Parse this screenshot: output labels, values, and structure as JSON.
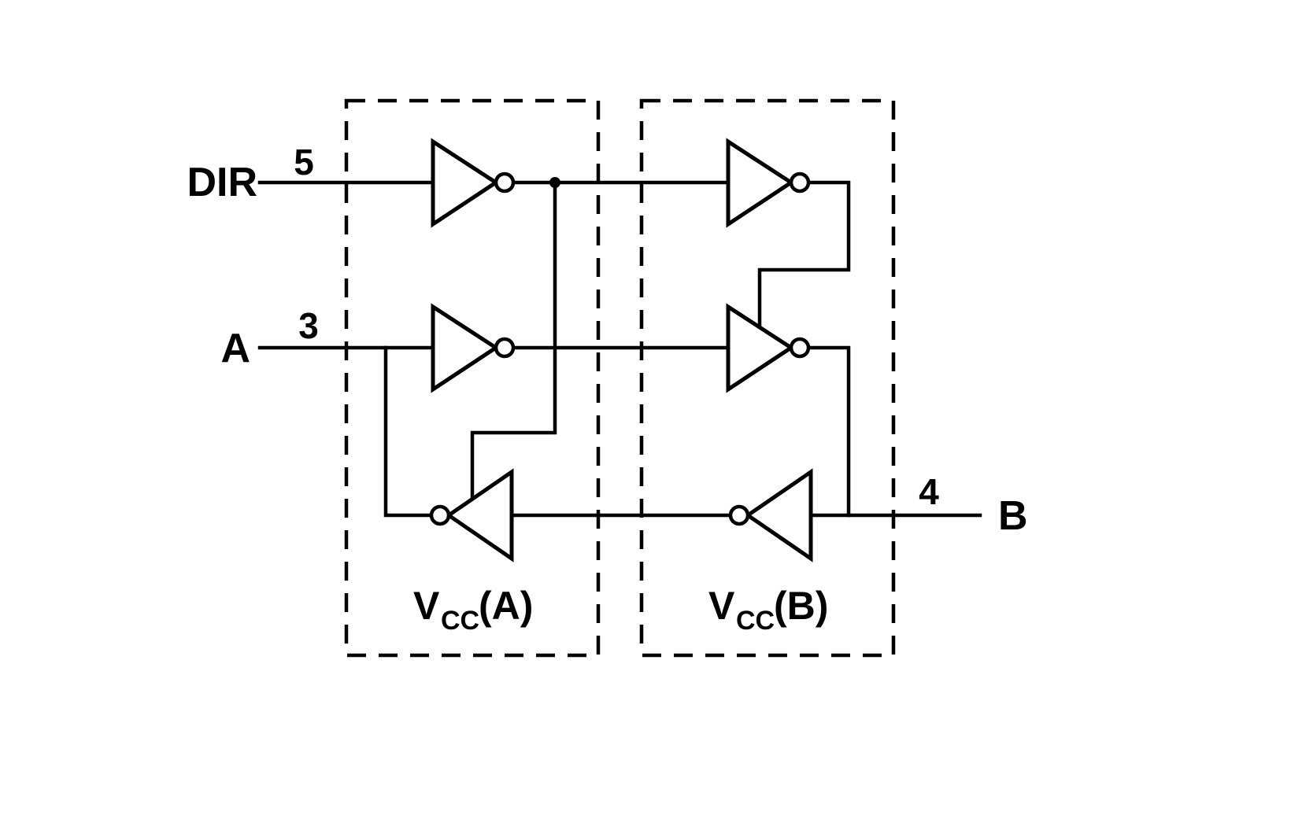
{
  "labels": {
    "dir": "DIR",
    "a": "A",
    "b": "B"
  },
  "pins": {
    "dir": "5",
    "a": "3",
    "b": "4"
  },
  "boxes": {
    "a": {
      "v": "V",
      "sub": "CC",
      "suffix": "(A)"
    },
    "b": {
      "v": "V",
      "sub": "CC",
      "suffix": "(B)"
    }
  },
  "colors": {
    "line": "#000000",
    "background": "#ffffff"
  }
}
